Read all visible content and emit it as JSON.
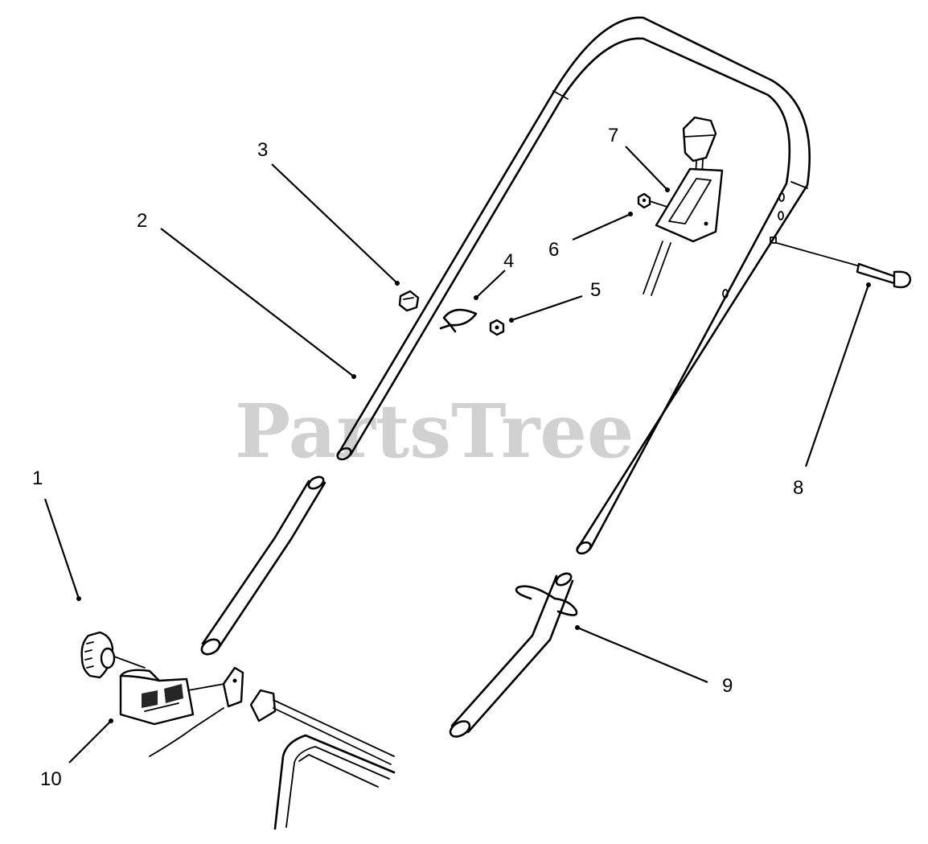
{
  "watermark": {
    "text": "PartsTree",
    "trademark": "TM"
  },
  "callouts": [
    {
      "id": "1",
      "label": "1"
    },
    {
      "id": "2",
      "label": "2"
    },
    {
      "id": "3",
      "label": "3"
    },
    {
      "id": "4",
      "label": "4"
    },
    {
      "id": "5",
      "label": "5"
    },
    {
      "id": "6",
      "label": "6"
    },
    {
      "id": "7",
      "label": "7"
    },
    {
      "id": "8",
      "label": "8"
    },
    {
      "id": "9",
      "label": "9"
    },
    {
      "id": "10",
      "label": "10"
    }
  ],
  "colors": {
    "line": "#000000",
    "background": "#ffffff",
    "watermark": "#c9c9c9"
  }
}
